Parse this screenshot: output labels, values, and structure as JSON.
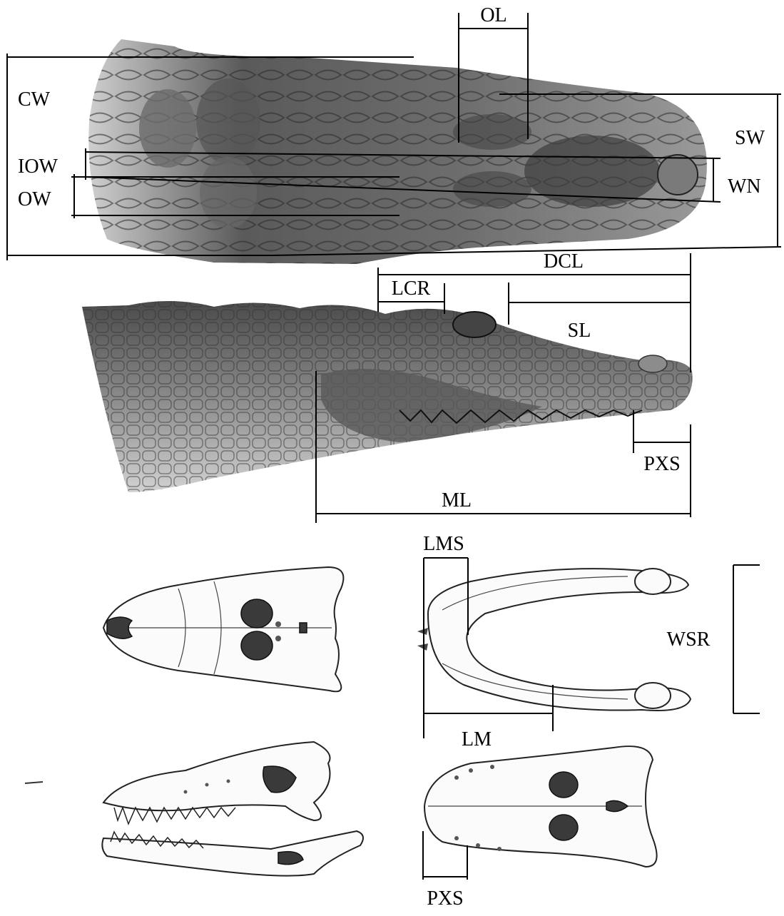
{
  "labels": {
    "ol": "OL",
    "cw": "CW",
    "sw": "SW",
    "iow": "IOW",
    "wn": "WN",
    "ow": "OW",
    "dcl": "DCL",
    "lcr": "LCR",
    "sl": "SL",
    "pxs_top": "PXS",
    "ml": "ML",
    "lms": "LMS",
    "wsr": "WSR",
    "lm": "LM",
    "pxs_bottom": "PXS"
  }
}
